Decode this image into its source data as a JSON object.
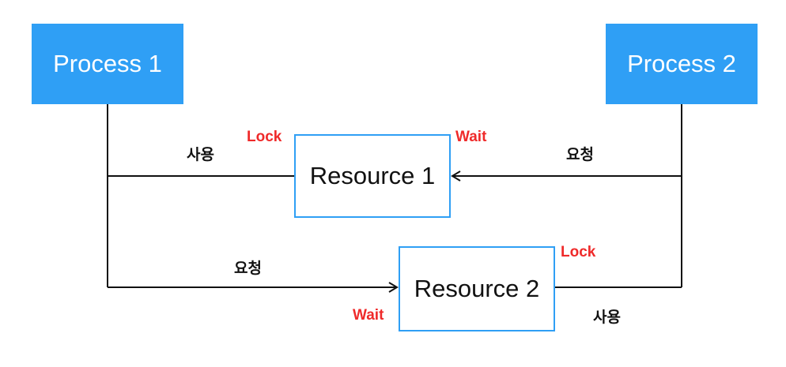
{
  "processes": {
    "p1": "Process 1",
    "p2": "Process 2"
  },
  "resources": {
    "r1": "Resource 1",
    "r2": "Resource 2"
  },
  "labels": {
    "lock_r1": "Lock",
    "wait_r1": "Wait",
    "use_r1": "사용",
    "request_r1": "요청",
    "lock_r2": "Lock",
    "wait_r2": "Wait",
    "request_r2": "요청",
    "use_r2": "사용"
  },
  "colors": {
    "process_fill": "#2f9ff5",
    "resource_border": "#2f9ff5",
    "state_label": "#ef2a2a",
    "line": "#111111"
  }
}
